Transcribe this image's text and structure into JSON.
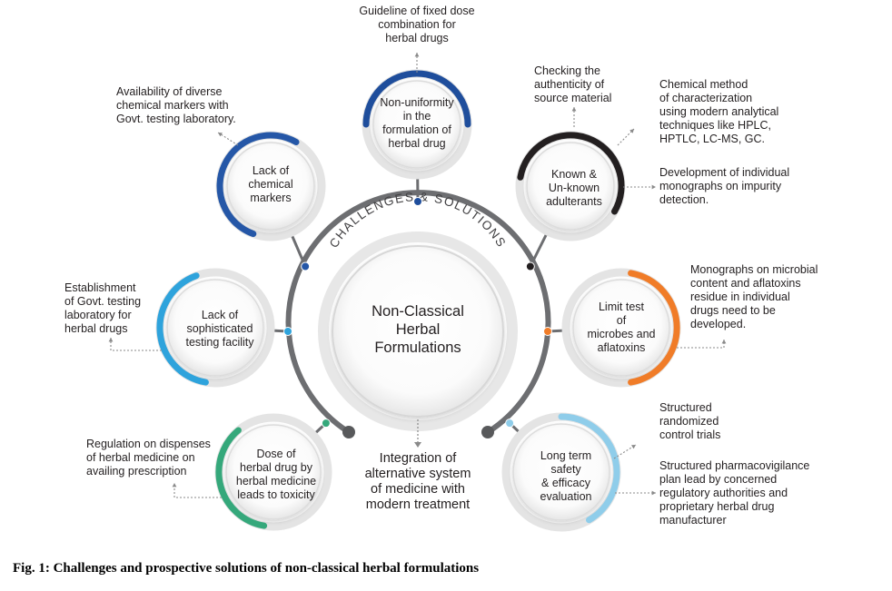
{
  "hub": {
    "label": "Non-Classical\nHerbal\nFormulations",
    "ring_text": "CHALLENGES & SOLUTIONS"
  },
  "outcome": "Integration of\nalternative system\nof medicine with\nmodern treatment",
  "challenges": [
    {
      "id": "lack-of-chemical-markers",
      "label": "Lack of\nchemical\nmarkers",
      "color": "#2557a7"
    },
    {
      "id": "non-uniformity",
      "label": "Non-uniformity\nin the\nformulation of\nherbal drug",
      "color": "#1f4e9c"
    },
    {
      "id": "adulterants",
      "label": "Known &\nUn-known\nadulterants",
      "color": "#231f20"
    },
    {
      "id": "sophisticated-testing",
      "label": "Lack of\nsophisticated\ntesting facility",
      "color": "#2ea3dc"
    },
    {
      "id": "limit-test",
      "label": "Limit test\nof\nmicrobes and\naflatoxins",
      "color": "#f07c28"
    },
    {
      "id": "dose-toxicity",
      "label": "Dose of\nherbal drug by\nherbal medicine\nleads to toxicity",
      "color": "#35a87b"
    },
    {
      "id": "long-term-safety",
      "label": "Long term\nsafety\n& efficacy\nevaluation",
      "color": "#8fcdea"
    }
  ],
  "solutions": {
    "chemical_markers": "Availability of diverse\nchemical markers with\nGovt. testing laboratory.",
    "fixed_dose": "Guideline of fixed dose\ncombination for\nherbal drugs",
    "authenticity": "Checking the\nauthenticity of\nsource material",
    "chemical_method": "Chemical method\nof characterization\nusing modern analytical\ntechniques like HPLC,\nHPTLC, LC-MS, GC.",
    "monographs_impurity": "Development of individual\nmonographs on impurity\ndetection.",
    "testing_lab": "Establishment\nof Govt. testing\nlaboratory for\nherbal drugs",
    "monographs_microbial": "Monographs on microbial\ncontent and aflatoxins\nresidue in individual\ndrugs need to be\ndeveloped.",
    "regulation": "Regulation on dispenses\nof herbal medicine on\navailing prescription",
    "rct": "Structured\nrandomized\ncontrol trials",
    "pharmacovigilance": "Structured pharmacovigilance\nplan lead by concerned\nregulatory authorities and\nproprietary herbal drug\nmanufacturer"
  },
  "caption": "Fig. 1: Challenges and prospective solutions of non-classical herbal formulations"
}
